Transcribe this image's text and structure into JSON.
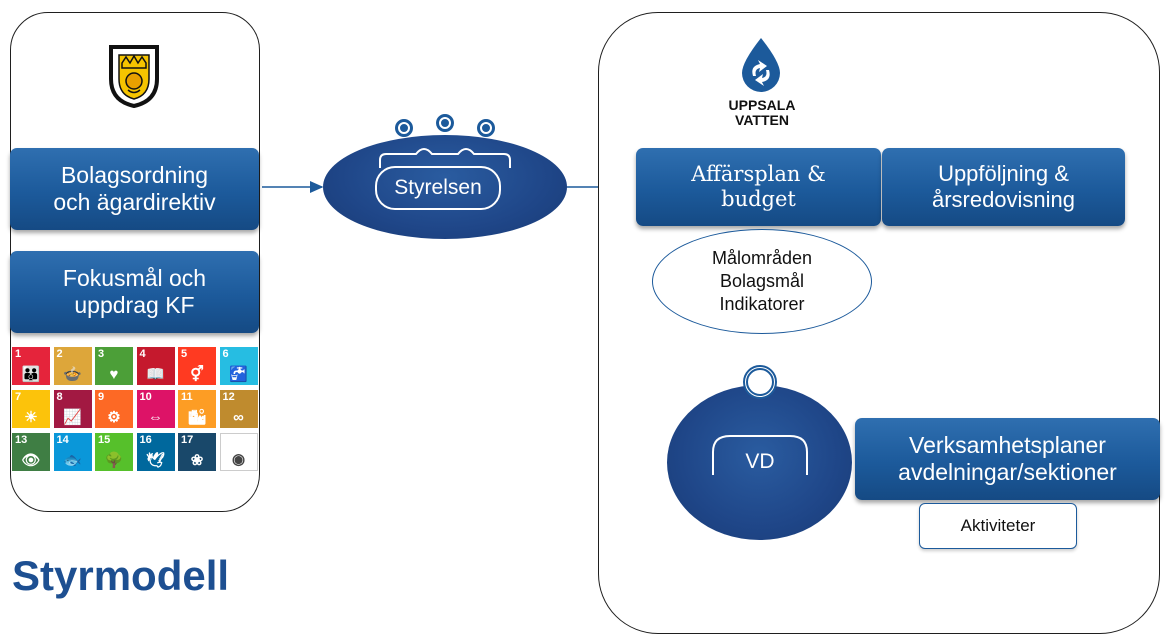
{
  "left_panel": {
    "boxes": [
      {
        "text": [
          "Bolagsordning",
          "och ägardirektiv"
        ]
      },
      {
        "text": [
          "Fokusmål och",
          "uppdrag KF"
        ]
      }
    ],
    "sdg_tiles": [
      {
        "num": "1",
        "color": "#e5243b",
        "glyph": "👪"
      },
      {
        "num": "2",
        "color": "#dda63a",
        "glyph": "🍲"
      },
      {
        "num": "3",
        "color": "#4c9f38",
        "glyph": "♥"
      },
      {
        "num": "4",
        "color": "#c5192d",
        "glyph": "📖"
      },
      {
        "num": "5",
        "color": "#ff3a21",
        "glyph": "⚥"
      },
      {
        "num": "6",
        "color": "#26bde2",
        "glyph": "🚰"
      },
      {
        "num": "7",
        "color": "#fcc30b",
        "glyph": "☀"
      },
      {
        "num": "8",
        "color": "#a21942",
        "glyph": "📈"
      },
      {
        "num": "9",
        "color": "#fd6925",
        "glyph": "⚙"
      },
      {
        "num": "10",
        "color": "#dd1367",
        "glyph": "⇔"
      },
      {
        "num": "11",
        "color": "#fd9d24",
        "glyph": "🏙"
      },
      {
        "num": "12",
        "color": "#bf8b2e",
        "glyph": "∞"
      },
      {
        "num": "13",
        "color": "#3f7e44",
        "glyph": "👁"
      },
      {
        "num": "14",
        "color": "#0a97d9",
        "glyph": "🐟"
      },
      {
        "num": "15",
        "color": "#56c02b",
        "glyph": "🌳"
      },
      {
        "num": "16",
        "color": "#00689d",
        "glyph": "🕊"
      },
      {
        "num": "17",
        "color": "#19486a",
        "glyph": "❀"
      },
      {
        "num": "",
        "color": "#ffffff",
        "glyph": "◉"
      }
    ]
  },
  "title": "Styrmodell",
  "board": {
    "label": "Styrelsen"
  },
  "right_panel": {
    "logo_text": [
      "UPPSALA",
      "VATTEN"
    ],
    "boxes": {
      "affarsplan": [
        "Affärsplan &",
        "budget"
      ],
      "uppfoljning": [
        "Uppföljning &",
        "årsredovisning"
      ],
      "verksamhet": [
        "Verksamhetsplaner",
        "avdelningar/sektioner"
      ]
    },
    "goals": [
      "Målområden",
      "Bolagsmål",
      "Indikatorer"
    ],
    "ceo": {
      "label": "VD"
    },
    "activities": "Aktiviteter"
  },
  "colors": {
    "primary_blue": "#1c5a9b",
    "dark_navy": "#1f3f7a",
    "title_blue": "#1d4f91"
  }
}
